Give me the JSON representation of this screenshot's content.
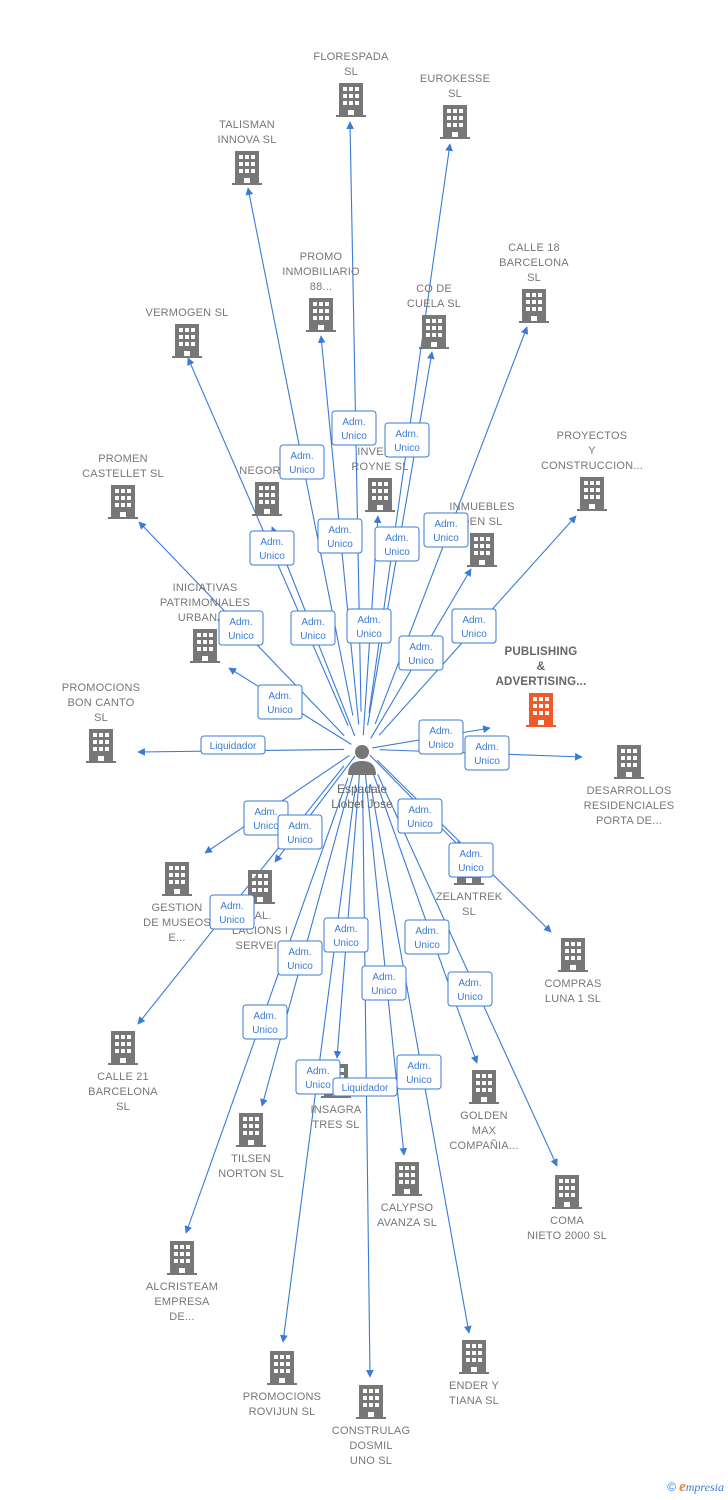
{
  "colors": {
    "edge": "#3a7bd5",
    "building": "#777777",
    "highlight": "#f05a28",
    "person": "#777777"
  },
  "center": {
    "name_lines": [
      "Espadale",
      "Llobet Jose"
    ],
    "icon": "person-icon"
  },
  "nodes": [
    {
      "id": "florespada",
      "lines": [
        "FLORESPADA",
        "SL"
      ]
    },
    {
      "id": "eurokesse",
      "lines": [
        "EUROKESSE",
        "SL"
      ]
    },
    {
      "id": "talisman",
      "lines": [
        "TALISMAN",
        "INNOVA  SL"
      ]
    },
    {
      "id": "promo-inmobiliario",
      "lines": [
        "PROMO",
        "INMOBILIARIO",
        "88..."
      ]
    },
    {
      "id": "calle18",
      "lines": [
        "CALLE 18",
        "BARCELONA",
        "SL"
      ]
    },
    {
      "id": "co-de-cuela",
      "lines": [
        "CO DE",
        "CUELA SL"
      ]
    },
    {
      "id": "vermogen",
      "lines": [
        "VERMOGEN SL"
      ]
    },
    {
      "id": "proyectos",
      "lines": [
        "PROYECTOS",
        "Y",
        "CONSTRUCCION..."
      ]
    },
    {
      "id": "promen",
      "lines": [
        "PROMEN",
        "CASTELLET SL"
      ]
    },
    {
      "id": "negorva",
      "lines": [
        "NEGORVA"
      ]
    },
    {
      "id": "inversiones-royne",
      "lines": [
        "INVERSI",
        "ROYNE SL"
      ]
    },
    {
      "id": "inmuebles",
      "lines": [
        "INMUEBLES",
        "DEN SL"
      ]
    },
    {
      "id": "iniciativas",
      "lines": [
        "INICIATIVAS",
        "PATRIMONIALES",
        "URBANAS"
      ]
    },
    {
      "id": "publishing",
      "lines": [
        "PUBLISHING",
        "&",
        "ADVERTISING..."
      ],
      "highlight": true
    },
    {
      "id": "promocions-bon-canto",
      "lines": [
        "PROMOCIONS",
        "BON CANTO",
        "SL"
      ]
    },
    {
      "id": "desarrollos",
      "lines": [
        "DESARROLLOS",
        "RESIDENCIALES",
        "PORTA DE..."
      ]
    },
    {
      "id": "gestion-museos",
      "lines": [
        "GESTION",
        "DE MUSEOS",
        "E..."
      ]
    },
    {
      "id": "instalacions",
      "lines": [
        "TAL.",
        "LACIONS I",
        "SERVEIS"
      ]
    },
    {
      "id": "zelantrek",
      "lines": [
        "ZELANTREK",
        "SL"
      ]
    },
    {
      "id": "compras-luna",
      "lines": [
        "COMPRAS",
        "LUNA 1  SL"
      ]
    },
    {
      "id": "calle21",
      "lines": [
        "CALLE 21",
        "BARCELONA",
        "SL"
      ]
    },
    {
      "id": "insagra",
      "lines": [
        "INSAGRA",
        "TRES SL"
      ]
    },
    {
      "id": "golden-max",
      "lines": [
        "GOLDEN",
        "MAX",
        "COMPAÑIA..."
      ]
    },
    {
      "id": "tilsen",
      "lines": [
        "TILSEN",
        "NORTON  SL"
      ]
    },
    {
      "id": "calypso",
      "lines": [
        "CALYPSO",
        "AVANZA  SL"
      ]
    },
    {
      "id": "coma-nieto",
      "lines": [
        "COMA",
        "NIETO 2000 SL"
      ]
    },
    {
      "id": "alcristeam",
      "lines": [
        "ALCRISTEAM",
        "EMPRESA",
        "DE..."
      ]
    },
    {
      "id": "promocions-rovijun",
      "lines": [
        "PROMOCIONS",
        "ROVIJUN  SL"
      ]
    },
    {
      "id": "ender-tiana",
      "lines": [
        "ENDER Y",
        "TIANA  SL"
      ]
    },
    {
      "id": "construlag",
      "lines": [
        "CONSTRULAG",
        "DOSMIL",
        "UNO  SL"
      ]
    }
  ],
  "badges": [
    {
      "id": "b-talisman",
      "lines": [
        "Adm.",
        "Unico"
      ]
    },
    {
      "id": "b-promo",
      "lines": [
        "Adm.",
        "Unico"
      ]
    },
    {
      "id": "b-cuela",
      "lines": [
        "Adm.",
        "Unico"
      ]
    },
    {
      "id": "b-negorva",
      "lines": [
        "Adm.",
        "Unico"
      ]
    },
    {
      "id": "b-royne",
      "lines": [
        "Adm.",
        "Unico"
      ]
    },
    {
      "id": "b-florespada",
      "lines": [
        "Adm.",
        "Unico"
      ]
    },
    {
      "id": "b-eurokesse",
      "lines": [
        "Adm.",
        "Unico"
      ]
    },
    {
      "id": "b-inmuebles",
      "lines": [
        "Adm.",
        "Unico"
      ]
    },
    {
      "id": "b-iniciativas",
      "lines": [
        "Adm.",
        "Unico"
      ]
    },
    {
      "id": "b-vermogen",
      "lines": [
        "Adm.",
        "Unico"
      ]
    },
    {
      "id": "b-calle18",
      "lines": [
        "Adm.",
        "Unico"
      ]
    },
    {
      "id": "b-inmuebles2",
      "lines": [
        "Adm.",
        "Unico"
      ]
    },
    {
      "id": "b-proyectos",
      "lines": [
        "Adm.",
        "Unico"
      ]
    },
    {
      "id": "b-promen",
      "lines": [
        "Adm.",
        "Unico"
      ]
    },
    {
      "id": "b-publishing",
      "lines": [
        "Adm.",
        "Unico"
      ]
    },
    {
      "id": "b-desarrollos",
      "lines": [
        "Adm.",
        "Unico"
      ]
    },
    {
      "id": "b-bon-canto",
      "lines": [
        "Liquidador"
      ]
    },
    {
      "id": "b-gestion",
      "lines": [
        "Adm.",
        "Unico"
      ]
    },
    {
      "id": "b-instal",
      "lines": [
        "Adm.",
        "Unico"
      ]
    },
    {
      "id": "b-zelantrek",
      "lines": [
        "Adm.",
        "Unico"
      ]
    },
    {
      "id": "b-compras",
      "lines": [
        "Adm.",
        "Unico"
      ]
    },
    {
      "id": "b-calle21",
      "lines": [
        "Adm.",
        "Unico"
      ]
    },
    {
      "id": "b-insagra",
      "lines": [
        "Adm.",
        "Unico"
      ]
    },
    {
      "id": "b-calypso",
      "lines": [
        "Adm.",
        "Unico"
      ]
    },
    {
      "id": "b-golden",
      "lines": [
        "Adm.",
        "Unico"
      ]
    },
    {
      "id": "b-tilsen",
      "lines": [
        "Adm.",
        "Unico"
      ]
    },
    {
      "id": "b-coma",
      "lines": [
        "Adm.",
        "Unico"
      ]
    },
    {
      "id": "b-alcristeam",
      "lines": [
        "Adm.",
        "Unico"
      ]
    },
    {
      "id": "b-rovijun",
      "lines": [
        "Adm.",
        "Unico"
      ]
    },
    {
      "id": "b-insagra-liq",
      "lines": [
        "Liquidador"
      ]
    },
    {
      "id": "b-ender",
      "lines": [
        "Adm.",
        "Unico"
      ]
    }
  ],
  "footer": {
    "copyright": "©",
    "brand_initial": "e",
    "brand_rest": "mpresia"
  }
}
